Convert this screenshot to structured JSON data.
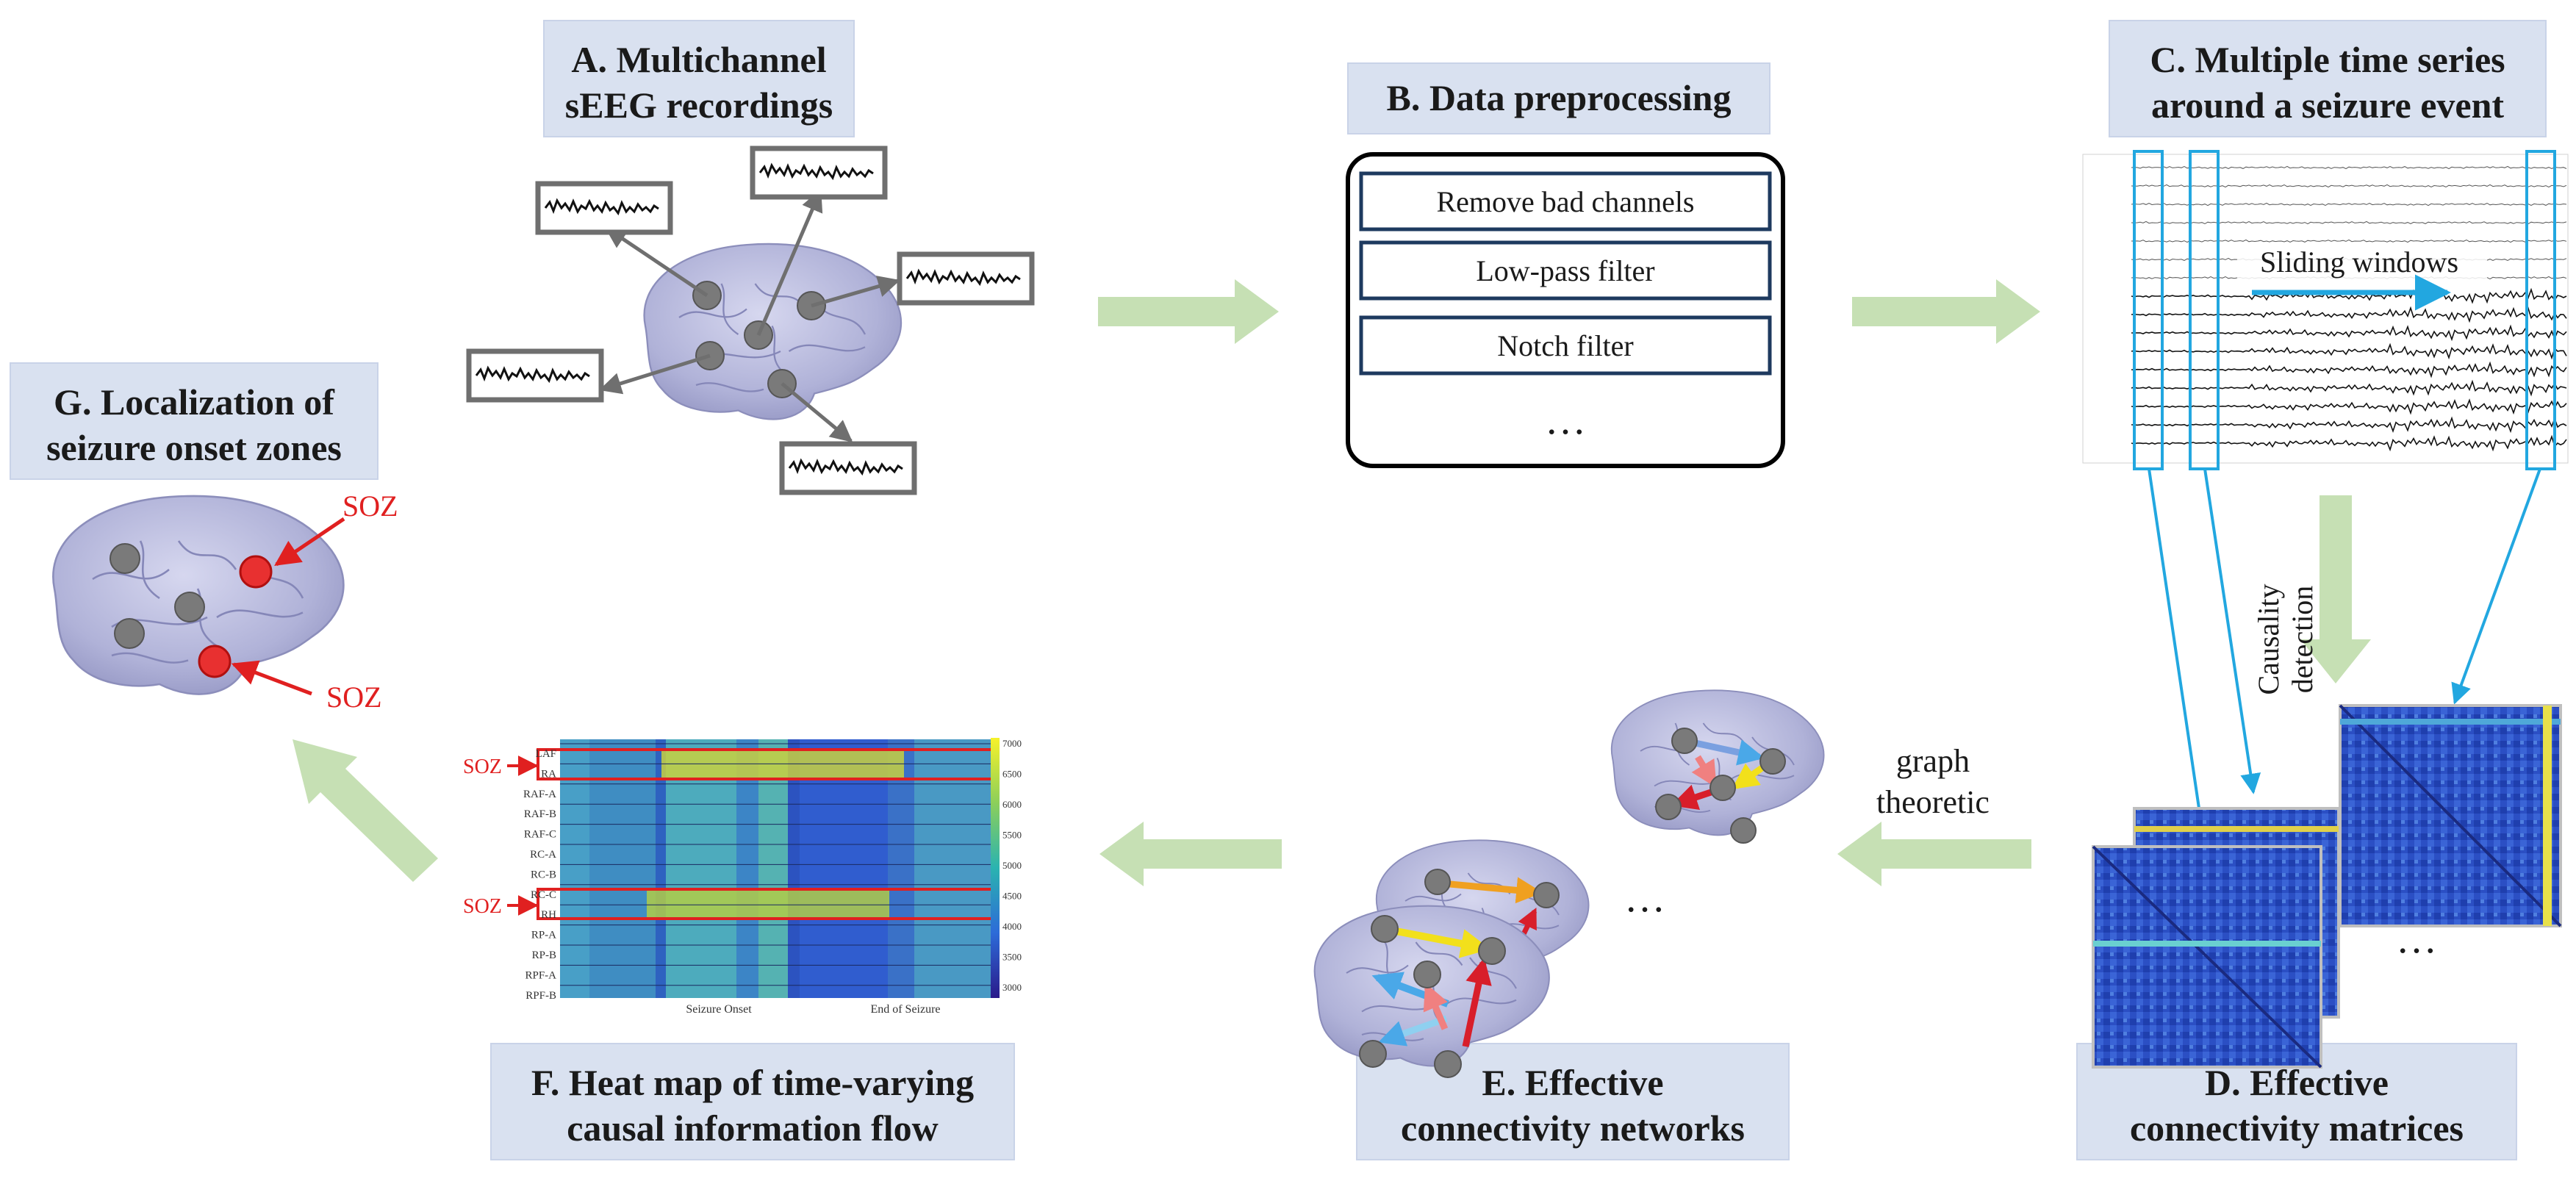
{
  "panels": {
    "a": {
      "letter": "A",
      "text_line1": ". Multichannel",
      "text_line2": "sEEG recordings"
    },
    "b": {
      "letter": "B",
      "text": ". Data preprocessing"
    },
    "c": {
      "letter": "C",
      "text_line1": ". Multiple time series",
      "text_line2": "around a seizure event"
    },
    "d": {
      "letter": "D",
      "text_line1": ". Effective",
      "text_line2": "connectivity matrices"
    },
    "e": {
      "letter": "E",
      "text_line1": ". Effective",
      "text_line2": "connectivity networks"
    },
    "f": {
      "letter": "F",
      "text_line1": ". Heat map of time-varying",
      "text_line2": "causal information flow"
    },
    "g": {
      "letter": "G",
      "text_line1": ". Localization of",
      "text_line2": "seizure onset zones"
    }
  },
  "preprocessing_steps": [
    "Remove bad channels",
    "Low-pass filter",
    "Notch filter",
    "…"
  ],
  "labels": {
    "sliding_windows": "Sliding windows",
    "causality_detection_1": "Causality",
    "causality_detection_2": "detection",
    "graph_theoretic_1": "graph",
    "graph_theoretic_2": "theoretic",
    "soz": "SOZ",
    "ellipsis": "…"
  },
  "heatmap": {
    "channels": [
      "LAF",
      "RA",
      "RAF-A",
      "RAF-B",
      "RAF-C",
      "RC-A",
      "RC-B",
      "RC-C",
      "RH",
      "RP-A",
      "RP-B",
      "RPF-A",
      "RPF-B"
    ],
    "soz_channels": [
      "RA",
      "RH"
    ],
    "colorbar_ticks": [
      "7000",
      "6500",
      "6000",
      "5500",
      "5000",
      "4500",
      "4000",
      "3500",
      "3000"
    ],
    "x_labels": [
      "Seizure Onset",
      "End of Seizure"
    ]
  },
  "colors": {
    "title_fill": "#d9e1f0",
    "flow_arrow": "#c6e0b4",
    "blue_window": "#22a7e0",
    "soz_red": "#e02020",
    "brain": "#b7b9dc"
  }
}
